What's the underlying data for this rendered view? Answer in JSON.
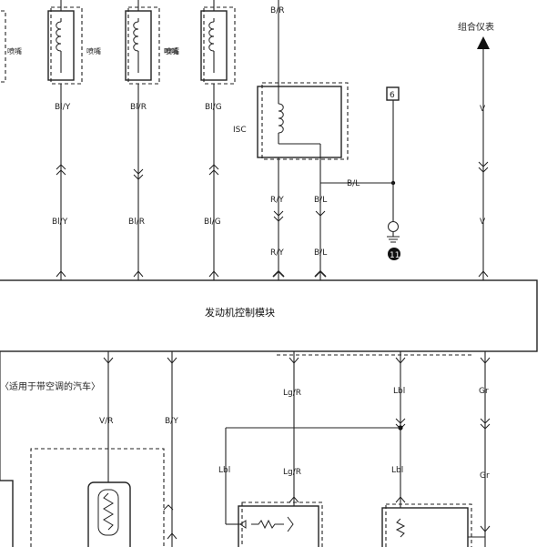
{
  "title_right": "组合仪表",
  "ecm_label": "发动机控制模块",
  "ac_note": "〈适用于带空调的汽车〉",
  "injector_label": "喷嘴",
  "isc_label": "ISC",
  "connector_number": "6",
  "ground_number": "11",
  "wires": {
    "top_br": "B/R",
    "inj1_top": "Bl/Y",
    "inj1_bottom": "Bl/Y",
    "inj2_top": "Bl/R",
    "inj2_bottom": "Bl/R",
    "inj3_top": "Bl/G",
    "inj3_bottom": "Bl/G",
    "isc_left": "R/Y",
    "isc_left_lower": "R/Y",
    "isc_right": "B/L",
    "isc_right_lower": "B/L",
    "isc_branch": "B/L",
    "meter_v_top": "V",
    "meter_v_bottom": "V",
    "low_vr": "V/R",
    "low_by": "B/Y",
    "low_lgr_top": "Lg/R",
    "low_lgr_bottom": "Lg/R",
    "low_lbl_top": "Lbl",
    "low_lbl_bottom": "Lbl",
    "low_lbl_left": "Lbl",
    "low_gr_top": "Gr",
    "low_gr_bottom": "Gr"
  },
  "colors": {
    "line": "#222222",
    "background": "#ffffff"
  }
}
